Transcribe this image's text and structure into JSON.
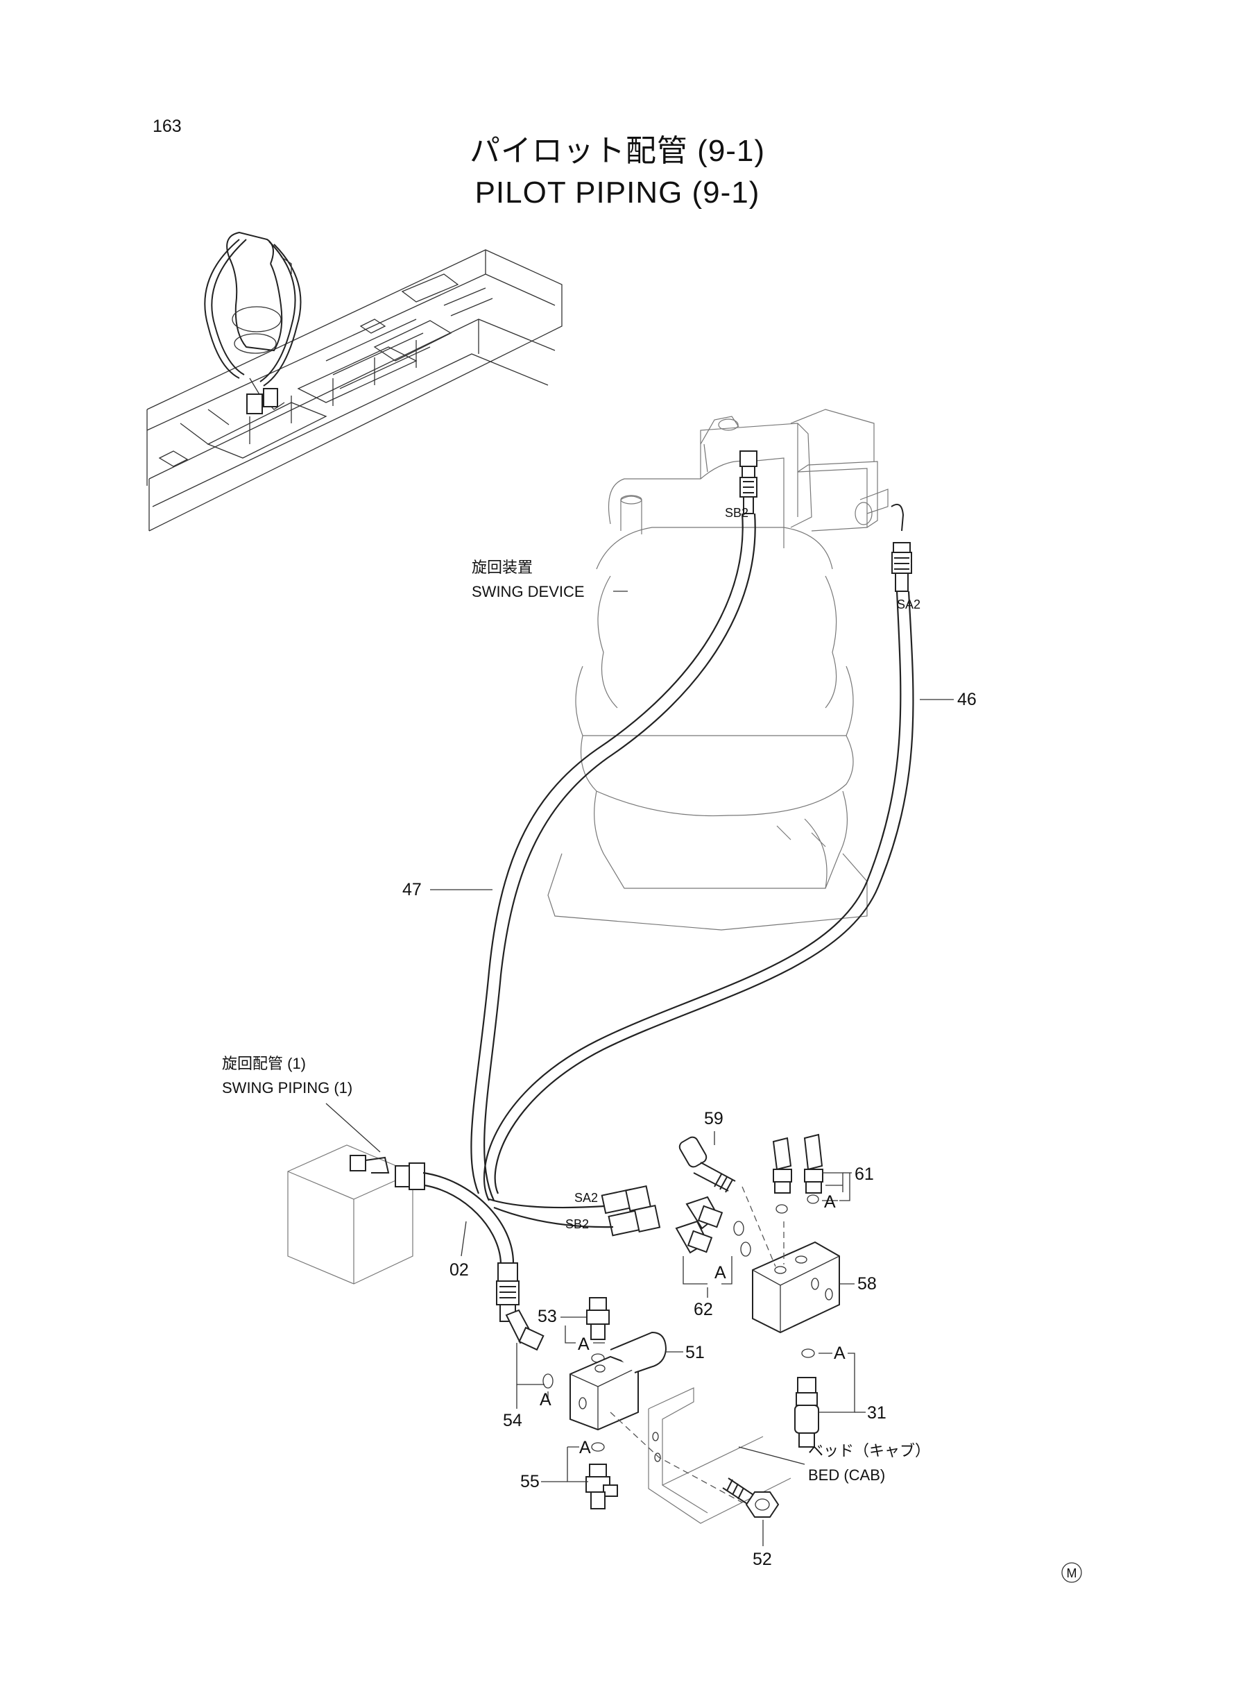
{
  "page_number": "163",
  "title_jp": "パイロット配管 (9-1)",
  "title_en": "PILOT PIPING (9-1)",
  "assemblies": {
    "swing_device": {
      "jp": "旋回装置",
      "en": "SWING DEVICE"
    },
    "swing_piping": {
      "jp": "旋回配管 (1)",
      "en": "SWING PIPING (1)"
    },
    "bed": {
      "jp": "ベッド（キャブ）",
      "en": "BED (CAB)"
    }
  },
  "port_labels": {
    "sb2_top": "SB2",
    "sa2_top": "SA2",
    "sa2_bottom": "SA2",
    "sb2_bottom": "SB2"
  },
  "callouts": {
    "p46": "46",
    "p47": "47",
    "p59": "59",
    "p61": "61",
    "p58": "58",
    "p62": "62",
    "p02": "02",
    "p53": "53",
    "p51": "51",
    "p54": "54",
    "p31": "31",
    "p55": "55",
    "p52": "52"
  },
  "detail_marks": {
    "a_61": "A",
    "a_62": "A",
    "a_31": "A",
    "a_53": "A",
    "a_54": "A",
    "a_55": "A"
  },
  "corner_mark": "M"
}
